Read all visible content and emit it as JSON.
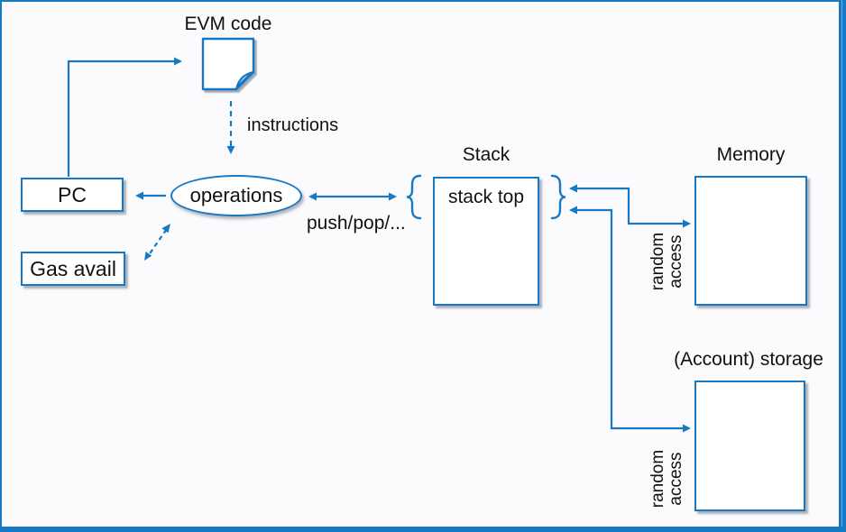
{
  "frame": {
    "background": "#fbfbfd"
  },
  "colors": {
    "accent": "#1778c4",
    "text": "#111111"
  },
  "nodes": {
    "evm_code": {
      "label": "EVM code"
    },
    "pc": {
      "label": "PC"
    },
    "gas_avail": {
      "label": "Gas avail"
    },
    "operations": {
      "label": "operations"
    },
    "stack": {
      "title": "Stack",
      "top_label": "stack top"
    },
    "memory": {
      "title": "Memory",
      "access_line1": "random",
      "access_line2": "access"
    },
    "storage": {
      "title": "(Account) storage",
      "access_line1": "random",
      "access_line2": "access"
    }
  },
  "edges": {
    "instructions": "instructions",
    "push_pop": "push/pop/..."
  }
}
